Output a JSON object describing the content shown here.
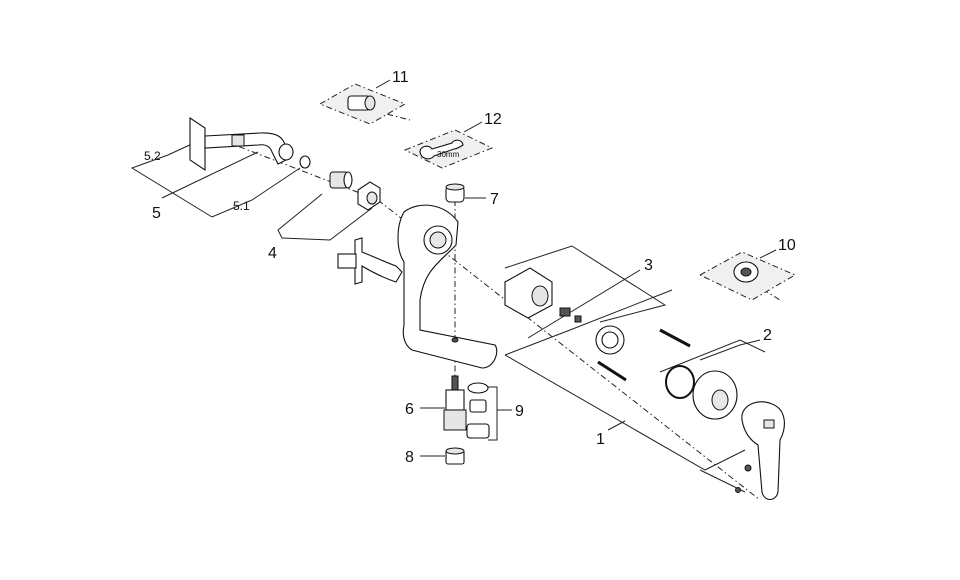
{
  "labels": {
    "l1": "1",
    "l2": "2",
    "l3": "3",
    "l4": "4",
    "l5": "5",
    "l5_1": "5.1",
    "l5_2": "5.2",
    "l6": "6",
    "l7": "7",
    "l8": "8",
    "l9": "9",
    "l10": "10",
    "l11": "11",
    "l12": "12"
  },
  "tool": {
    "wrench_size": "30mm"
  },
  "colors": {
    "line": "#222222",
    "part_fill": "#ffffff",
    "box_fill": "#f0f0f0"
  }
}
